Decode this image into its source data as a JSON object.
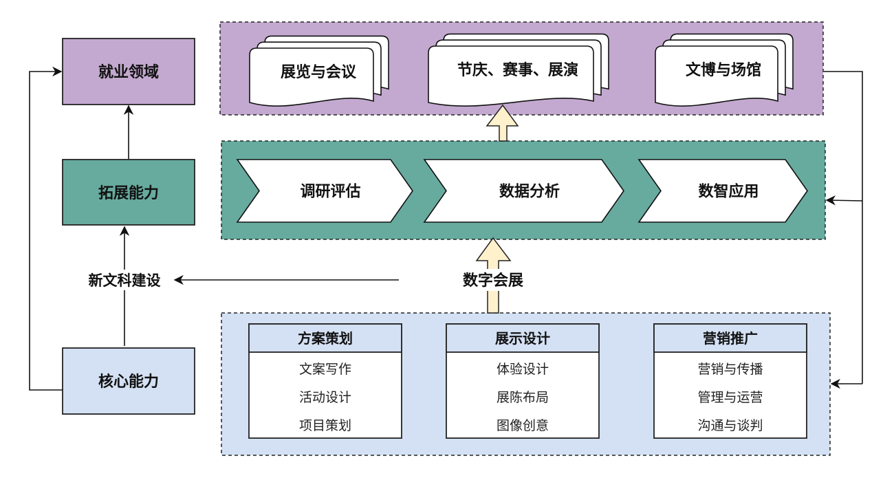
{
  "colors": {
    "purple": "#c3a9cf",
    "teal": "#67ab9f",
    "light_blue": "#d4e1f4",
    "white": "#ffffff",
    "arrow_fill": "#fff1cc",
    "line": "#111111"
  },
  "left_column": {
    "employment": "就业领域",
    "extend": "拓展能力",
    "new_liberal_arts": "新文科建设",
    "core": "核心能力"
  },
  "top_group": {
    "docs": [
      "展览与会议",
      "节庆、赛事、展演",
      "文博与场馆"
    ]
  },
  "middle_group": {
    "steps": [
      "调研评估",
      "数据分析",
      "数智应用"
    ]
  },
  "center_label": "数字会展",
  "bottom_group": {
    "cards": [
      {
        "title": "方案策划",
        "items": [
          "文案写作",
          "活动设计",
          "项目策划"
        ]
      },
      {
        "title": "展示设计",
        "items": [
          "体验设计",
          "展陈布局",
          "图像创意"
        ]
      },
      {
        "title": "营销推广",
        "items": [
          "营销与传播",
          "管理与运营",
          "沟通与谈判"
        ]
      }
    ]
  }
}
